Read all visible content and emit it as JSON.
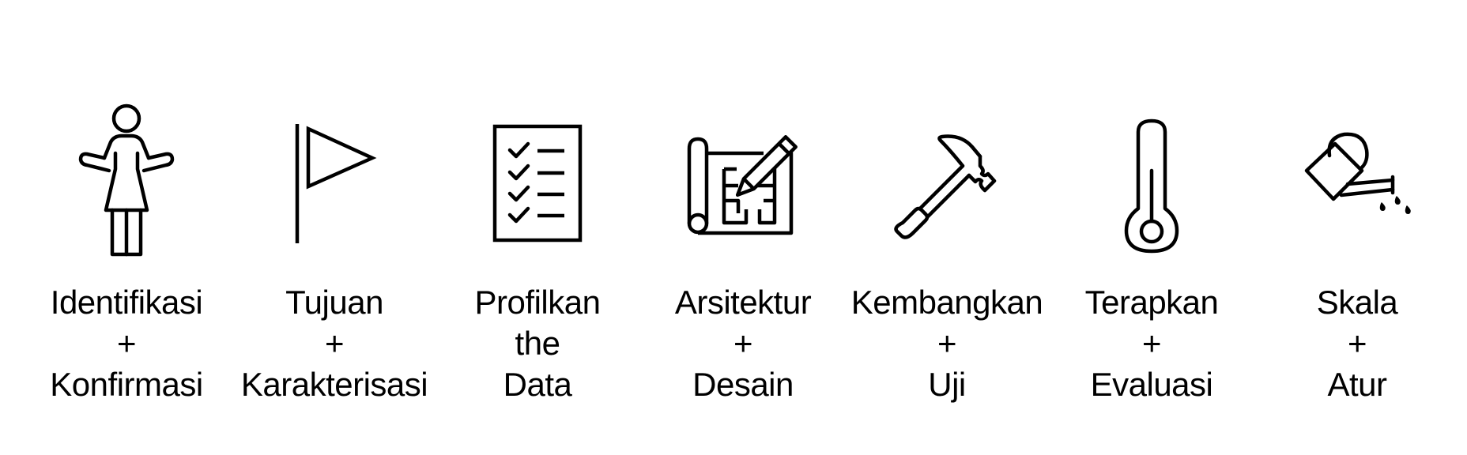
{
  "diagram": {
    "type": "process-steps",
    "accent_color": "#000000",
    "background_color": "#ffffff",
    "steps": [
      {
        "icon": "person-icon",
        "lines": [
          "Identifikasi",
          "+",
          "Konfirmasi"
        ]
      },
      {
        "icon": "flag-icon",
        "lines": [
          "Tujuan",
          "+",
          "Karakterisasi"
        ]
      },
      {
        "icon": "checklist-icon",
        "lines": [
          "Profilkan",
          "the",
          "Data"
        ]
      },
      {
        "icon": "blueprint-pencil-icon",
        "lines": [
          "Arsitektur",
          "+",
          "Desain"
        ]
      },
      {
        "icon": "hammer-icon",
        "lines": [
          "Kembangkan",
          "+",
          "Uji"
        ]
      },
      {
        "icon": "thermometer-icon",
        "lines": [
          "Terapkan",
          "+",
          "Evaluasi"
        ]
      },
      {
        "icon": "watering-can-icon",
        "lines": [
          "Skala",
          "+",
          "Atur"
        ]
      }
    ]
  }
}
